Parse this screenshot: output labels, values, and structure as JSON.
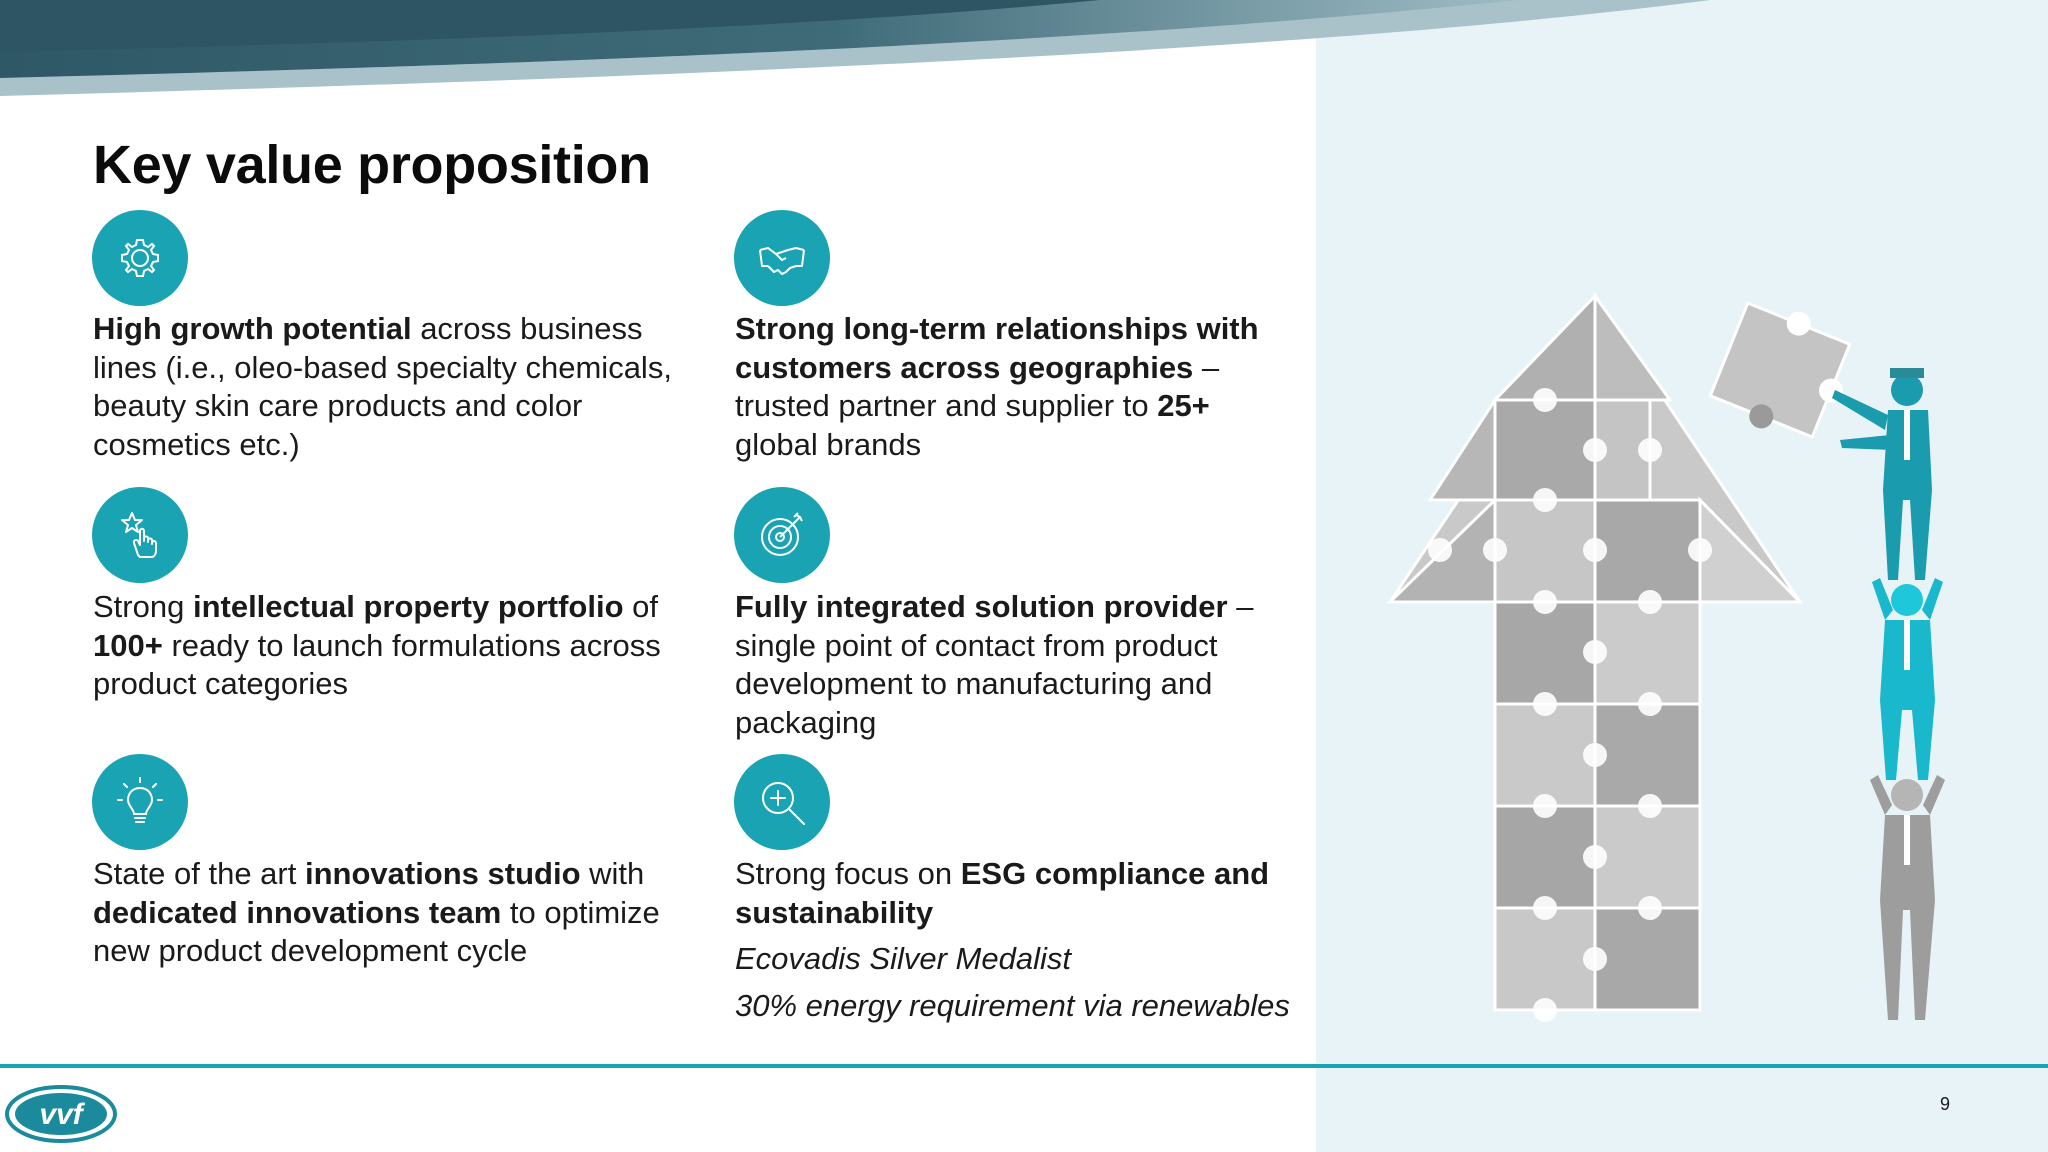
{
  "slide": {
    "title": "Key value proposition",
    "page_number": "9",
    "logo_text": "vvf"
  },
  "icons": [
    "gear-icon",
    "handshake-icon",
    "star-pointer-icon",
    "target-icon",
    "lightbulb-icon",
    "magnifier-icon"
  ],
  "colors": {
    "accent": "#1aa3b3",
    "panel": "#e7f3f6",
    "band_dark": "#2f5866",
    "band_light": "#8fb0bb"
  },
  "items": [
    {
      "bold1": "High growth potential",
      "text1": " across business lines (i.e., oleo-based specialty chemicals, beauty skin care products and color cosmetics etc.)"
    },
    {
      "bold1": "Strong long-term relationships with customers across geographies",
      "text1": " – trusted partner and supplier to ",
      "bold2": "25+",
      "text2": " global brands"
    },
    {
      "text0": "Strong ",
      "bold1": "intellectual property portfolio",
      "text1": " of ",
      "bold2": "100+",
      "text2": " ready to launch formulations across product categories"
    },
    {
      "bold1": "Fully integrated solution provider",
      "text1": " – single point of contact from product development to manufacturing and packaging"
    },
    {
      "text0": "State of the art ",
      "bold1": "innovations studio",
      "text1": " with ",
      "bold2": "dedicated innovations team",
      "text2": " to optimize new product development cycle"
    },
    {
      "text0": "Strong focus on ",
      "bold1": "ESG compliance and sustainability",
      "italic1": "Ecovadis Silver Medalist",
      "italic2": "30% energy requirement via renewables"
    }
  ]
}
